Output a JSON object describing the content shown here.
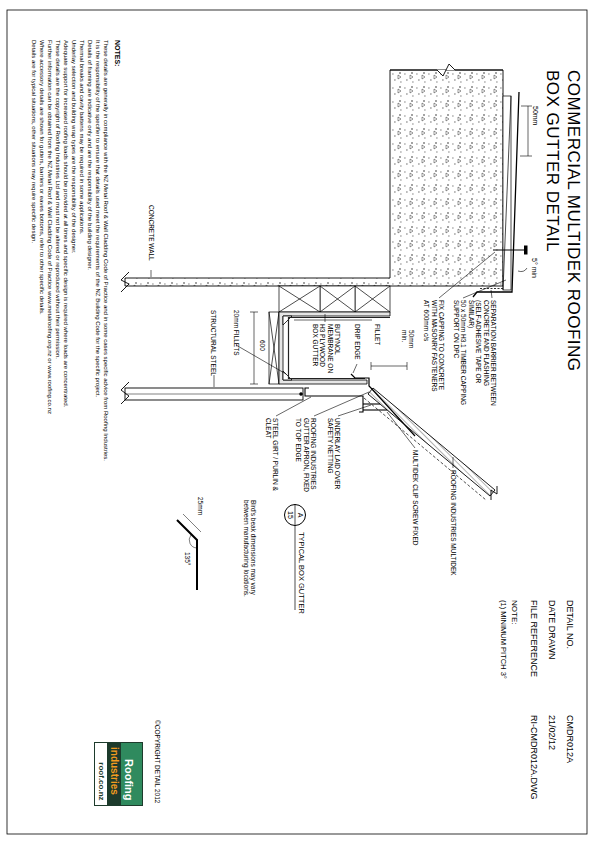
{
  "diagram": {
    "title": "COMMERCIAL MULTIDEK ROOFING",
    "nodes": [
      {
        "text": [
          "Roofing",
          "industries",
          "roof.co.nz"
        ]
      },
      {
        "text": [
          "A",
          "15"
        ]
      }
    ],
    "labels": [
      "BOX GUTTER DETAIL",
      "50mm",
      "5° min",
      "SEPARATION BARRIER BETWEEN CONCRETE AND FLASHING (SELF-ADHESIVE TAPE OR SIMILAR)",
      "50 x 50mm H3.1 TIMBER CAPPING SUPPORT ON DPC",
      "FIX CAPPING TO CONCRETE WITH MASONRY FASTENERS AT 600mm c/s",
      "50mm min.",
      "FILLET",
      "DRIP EDGE",
      "BUTYNOL MEMBRANE ON H3 PLYWOOD BOX GUTTER",
      "600",
      "STRUCTURAL STEEL",
      "20mm FILLETS",
      "CONCRETE WALL",
      "ROOFING INDUSTRIES MULTIDEK",
      "MULTIDEK CLIP SCREW FIXED",
      "UNDERLAY LAID OVER SAFETY NETTING",
      "ROOFING INDUSTRIES GUTTER APRON, FIXED TO TOP EDGE",
      "STEEL GIRT / PURLIN & CLEAT",
      "TYPICAL BOX GUTTER",
      "Bird's beak dimensions may vary between manufacturing locations.",
      "25mm",
      "135°",
      "DETAIL NO.",
      "CMDR012A",
      "DATE DRAWN",
      "21/02/12",
      "FILE REFERENCE",
      "RI-CMDR012A.DWG",
      "NOTE:",
      "(1) MINIMUM PITCH 3°",
      "©COPYRIGHT DETAIL 2012",
      "NOTES:",
      "These details are generally in compliance with the NZ Metal Roof & Wall Cladding Code of Practice and in some cases specific advice from Roofing Industries.",
      "It is the responsibility of the specifier to ensure that details used meet the requirements of the NZ Building Code for the specific project.",
      "Details of framing are indicative only and are the responsibility of the building designer.",
      "Thermal breaks and cavity battens may be required in some applications.",
      "Underlay selection and building wrap types are the responsibility of the designer.",
      "Adequate support for increased roofing loads should be provided at all times and specific design is required where loads are concentrated.",
      "These details are the copyright of Roofing Industries Ltd and must not be altered or reproduced without their permission.",
      "Further information can be obtained from the NZ Metal Roof & Wall Cladding Code of Practice www.metalroofing.org.nz or www.roofing.co.nz",
      "Where accessory details are shown for gutters, barriers or eaves bottoms, refer to other specific details.",
      "Details are for typical situations, other situations may require specific design."
    ]
  }
}
